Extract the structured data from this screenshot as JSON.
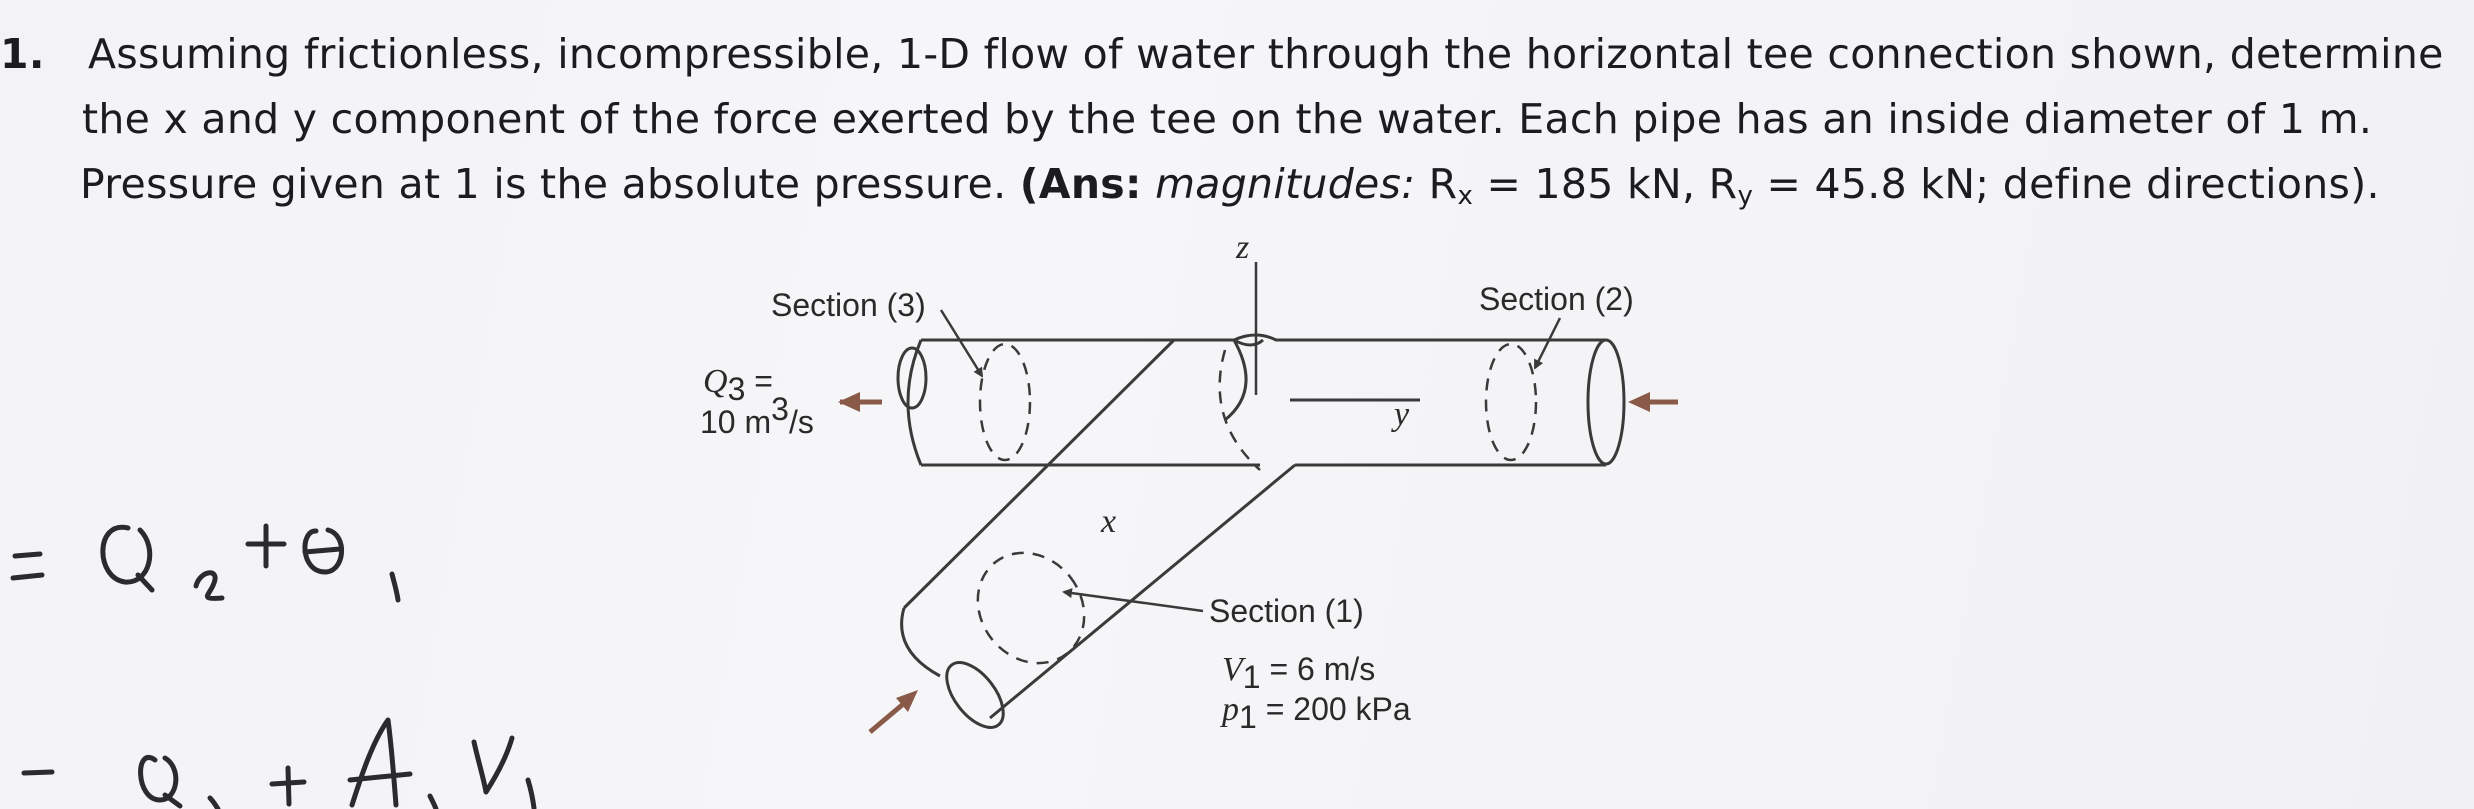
{
  "problem": {
    "number": "1.",
    "line1": "Assuming frictionless, incompressible, 1-D flow of water through the horizontal tee connection shown, determine",
    "line2": "the x and y component of the force exerted by the tee on the water. Each pipe has an inside diameter of 1 m.",
    "line3_pre": "Pressure given at 1 is the absolute pressure. ",
    "ans_label": "(Ans:",
    "ans_magnitudes": "magnitudes:",
    "rx_pre": "R",
    "rx_sub": "x",
    "rx_val": " = 185 kN, ",
    "ry_pre": "R",
    "ry_sub": "y",
    "ry_val": " = 45.8 kN; define directions)."
  },
  "figure": {
    "axis_z": "z",
    "axis_y": "y",
    "axis_x": "x",
    "section3": "Section (3)",
    "section2": "Section (2)",
    "section1": "Section (1)",
    "q3_sym": "Q",
    "q3_sub": "3",
    "q3_eq": " =",
    "q3_val": "10 m",
    "q3_sup": "3",
    "q3_unit": "/s",
    "v1_sym": "V",
    "v1_sub": "1",
    "v1_val": " = 6 m/s",
    "p1_sym": "p",
    "p1_sub": "1",
    "p1_val": " = 200 kPa",
    "arrow_color": "#8a5a48"
  }
}
